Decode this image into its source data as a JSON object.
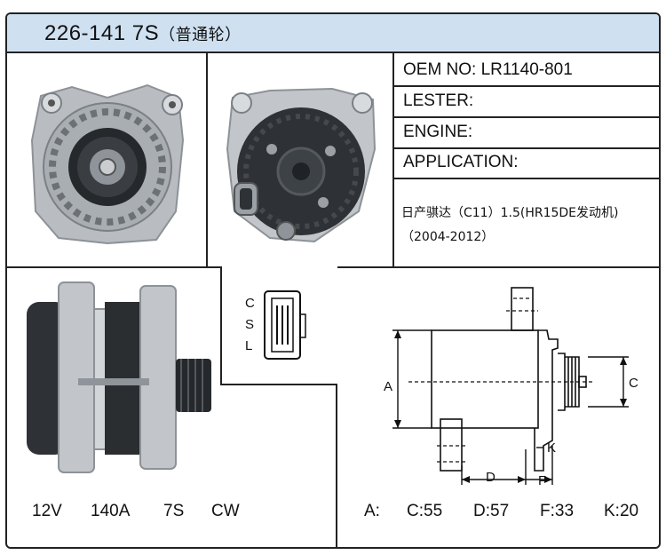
{
  "title": {
    "model": "226-141 7S",
    "sub": "（普通轮）"
  },
  "specs": {
    "oem": "OEM NO: LR1140-801",
    "lester": "LESTER:",
    "engine": "ENGINE:",
    "application": "APPLICATION:"
  },
  "application_text": {
    "line1": "日产骐达（C11）1.5(HR15DE发动机)",
    "line2": "（2004-2012）"
  },
  "connector": {
    "pins": [
      "C",
      "S",
      "L"
    ]
  },
  "electrical": {
    "voltage": "12V",
    "current": "140A",
    "pulley": "7S",
    "rotation": "CW"
  },
  "dimensions": {
    "a": "A:",
    "c": "C:55",
    "d": "D:57",
    "f": "F:33",
    "k": "K:20",
    "labels": {
      "a": "A",
      "c": "C",
      "d": "D",
      "f": "F",
      "k": "K"
    }
  },
  "colors": {
    "title_bg": "#cfe1f1",
    "border": "#222222",
    "housing": "#b9bdc2",
    "dark_part": "#2e3236"
  }
}
